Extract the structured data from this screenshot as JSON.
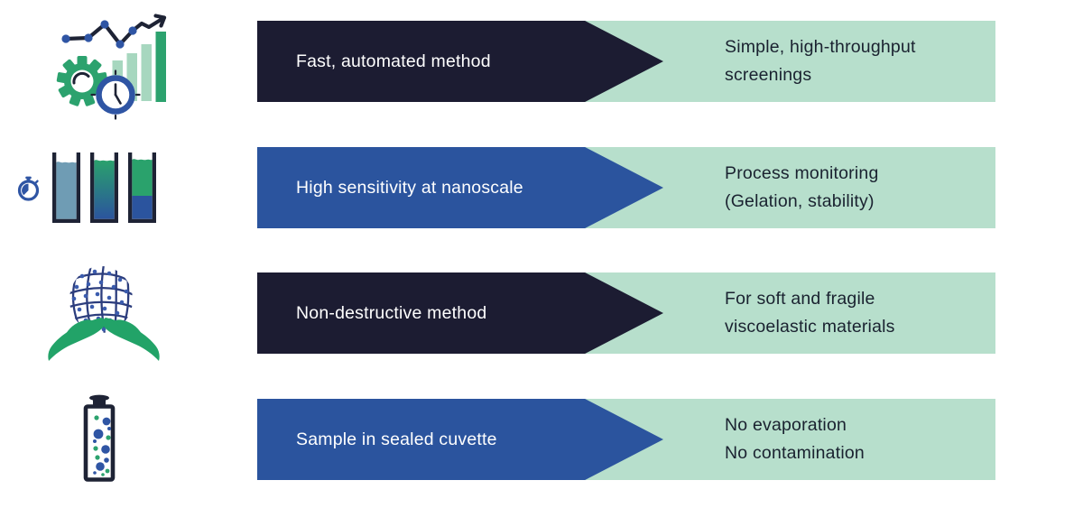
{
  "colors": {
    "banner_dark": "#1c1c32",
    "banner_blue": "#2b549e",
    "result_band_green": "#b7dfcc",
    "accent_green": "#2ca26e",
    "accent_blue": "#2f55a4",
    "icon_navy": "#1e2335",
    "steel_blue": "#6f9cb4",
    "light_green_bar": "#a7d7bf",
    "banner_text": "#ffffff",
    "band_text": "#1a2230"
  },
  "rows": [
    {
      "icon": "automation-chart-icon",
      "banner": {
        "label": "Fast, automated method",
        "style": "dark"
      },
      "result": {
        "lines": [
          "Simple, high-throughput",
          "screenings"
        ]
      }
    },
    {
      "icon": "stopwatch-samples-icon",
      "banner": {
        "label": "High sensitivity at nanoscale",
        "style": "blue"
      },
      "result": {
        "lines": [
          "Process monitoring",
          "(Gelation, stability)"
        ]
      }
    },
    {
      "icon": "hands-network-icon",
      "banner": {
        "label": "Non-destructive method",
        "style": "dark"
      },
      "result": {
        "lines": [
          "For soft and fragile",
          "viscoelastic materials"
        ]
      }
    },
    {
      "icon": "sealed-cuvette-icon",
      "banner": {
        "label": "Sample in sealed cuvette",
        "style": "blue"
      },
      "result": {
        "lines": [
          "No evaporation",
          "No contamination"
        ]
      }
    }
  ]
}
